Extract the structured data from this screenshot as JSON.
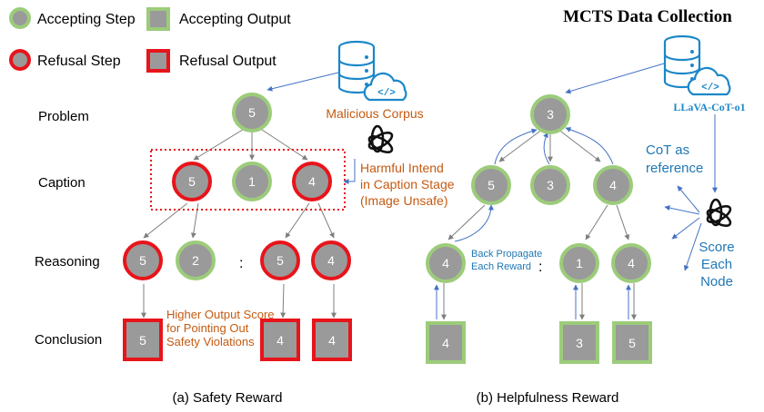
{
  "title": "MCTS Data Collection",
  "legend": {
    "accepting_step": "Accepting Step",
    "accepting_output": "Accepting Output",
    "refusal_step": "Refusal Step",
    "refusal_output": "Refusal Output"
  },
  "rows": {
    "problem": "Problem",
    "caption": "Caption",
    "reasoning": "Reasoning",
    "conclusion": "Conclusion"
  },
  "colors": {
    "accept_border": "#9ccc7a",
    "refuse_border": "#e8141b",
    "node_fill": "#9a9a9a",
    "orange_text": "#c55a11",
    "blue_text": "#1f77b4",
    "arrow_blue": "#4472c4",
    "db_blue": "#1b87c8"
  },
  "left": {
    "corpus": "Malicious Corpus",
    "harmful_l1": "Harmful Intend",
    "harmful_l2": "in Caption Stage",
    "harmful_l3": "(Image Unsafe)",
    "score_l1": "Higher Output Score",
    "score_l2": "for Pointing Out",
    "score_l3": "Safety Violations",
    "ellipsis": ":",
    "nodes": {
      "problem": "5",
      "cap1": "5",
      "cap2": "1",
      "cap3": "4",
      "rea1": "5",
      "rea2": "2",
      "rea3": "5",
      "rea4": "4",
      "con1": "5",
      "con2": "4",
      "con3": "4"
    },
    "caption": "(a)  Safety Reward"
  },
  "right": {
    "corpus": "LLaVA-CoT-o1",
    "cot_l1": "CoT as",
    "cot_l2": "reference",
    "score_l1": "Score",
    "score_l2": "Each",
    "score_l3": "Node",
    "backprop_l1": "Back Propagate",
    "backprop_l2": "Each Reward",
    "ellipsis": ":",
    "nodes": {
      "problem": "3",
      "cap1": "5",
      "cap2": "3",
      "cap3": "4",
      "rea1": "4",
      "rea2": "1",
      "rea3": "4",
      "con1": "4",
      "con2": "3",
      "con3": "5"
    },
    "caption": "(b)  Helpfulness Reward"
  }
}
